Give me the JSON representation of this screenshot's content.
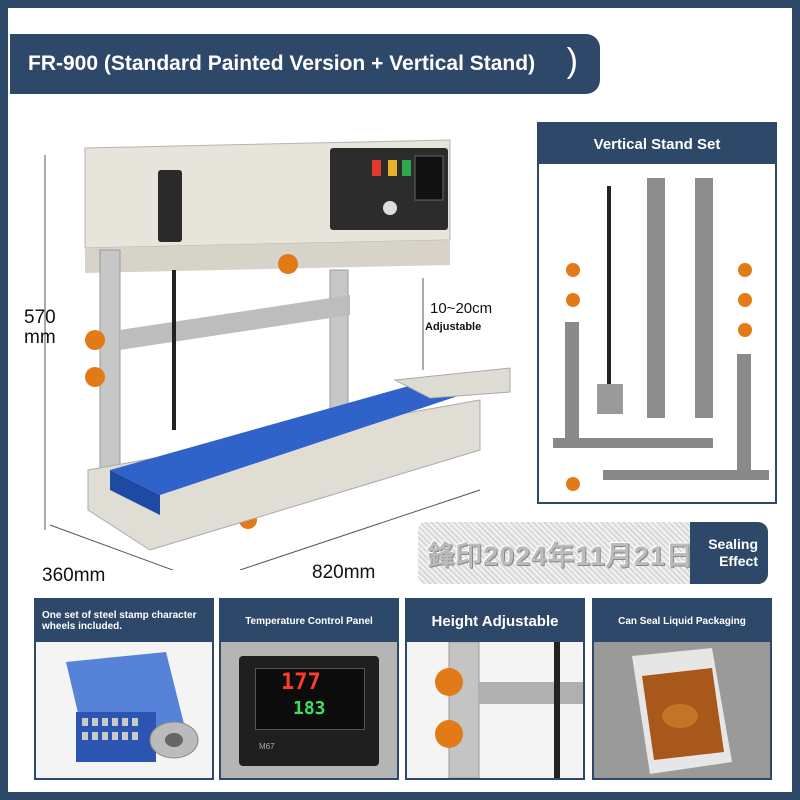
{
  "title": "FR-900 (Standard Painted Version + Vertical Stand)",
  "title_paren": ")",
  "dimensions": {
    "height": "570",
    "height_unit": "mm",
    "depth": "360mm",
    "width": "820mm",
    "gap": "10~20cm",
    "gap_note": "Adjustable"
  },
  "stand_set": {
    "label": "Vertical Stand Set"
  },
  "stamp": {
    "text": "鋒印2024年11月21日",
    "label_line1": "Sealing",
    "label_line2": "Effect"
  },
  "cards": [
    {
      "label": "One set of steel stamp character wheels included."
    },
    {
      "label": "Temperature Control Panel"
    },
    {
      "label": "Height Adjustable"
    },
    {
      "label": "Can Seal Liquid Packaging"
    }
  ],
  "panel_readout": {
    "top": "177",
    "bottom": "183",
    "model": "M67"
  },
  "colors": {
    "brand": "#2d4868",
    "belt": "#2f63c9",
    "knob": "#e37a18",
    "machine": "#e7e4dc"
  }
}
